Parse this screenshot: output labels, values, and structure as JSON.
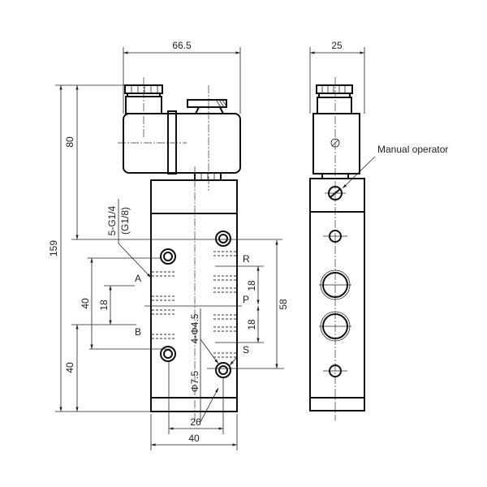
{
  "dimensions": {
    "overall_width": "66.5",
    "overall_height": "159",
    "coil_height": "80",
    "port_pitch_bottom": "40",
    "port_spacing_left": "40",
    "port_spacing_center": "18",
    "mount_hole_span": "58",
    "port_pitch_upper": "18",
    "port_pitch_lower": "18",
    "hole_spacing": "26",
    "body_width": "40",
    "side_width": "25"
  },
  "callouts": {
    "port_thread": "5-G1/4",
    "port_thread_alt": "(G1/8)",
    "mount_holes": "4-Φ4.5",
    "counterbore": "Φ7.5",
    "manual_operator": "Manual operator"
  },
  "ports": {
    "r": "R",
    "p": "P",
    "s": "S",
    "a": "A",
    "b": "B"
  }
}
